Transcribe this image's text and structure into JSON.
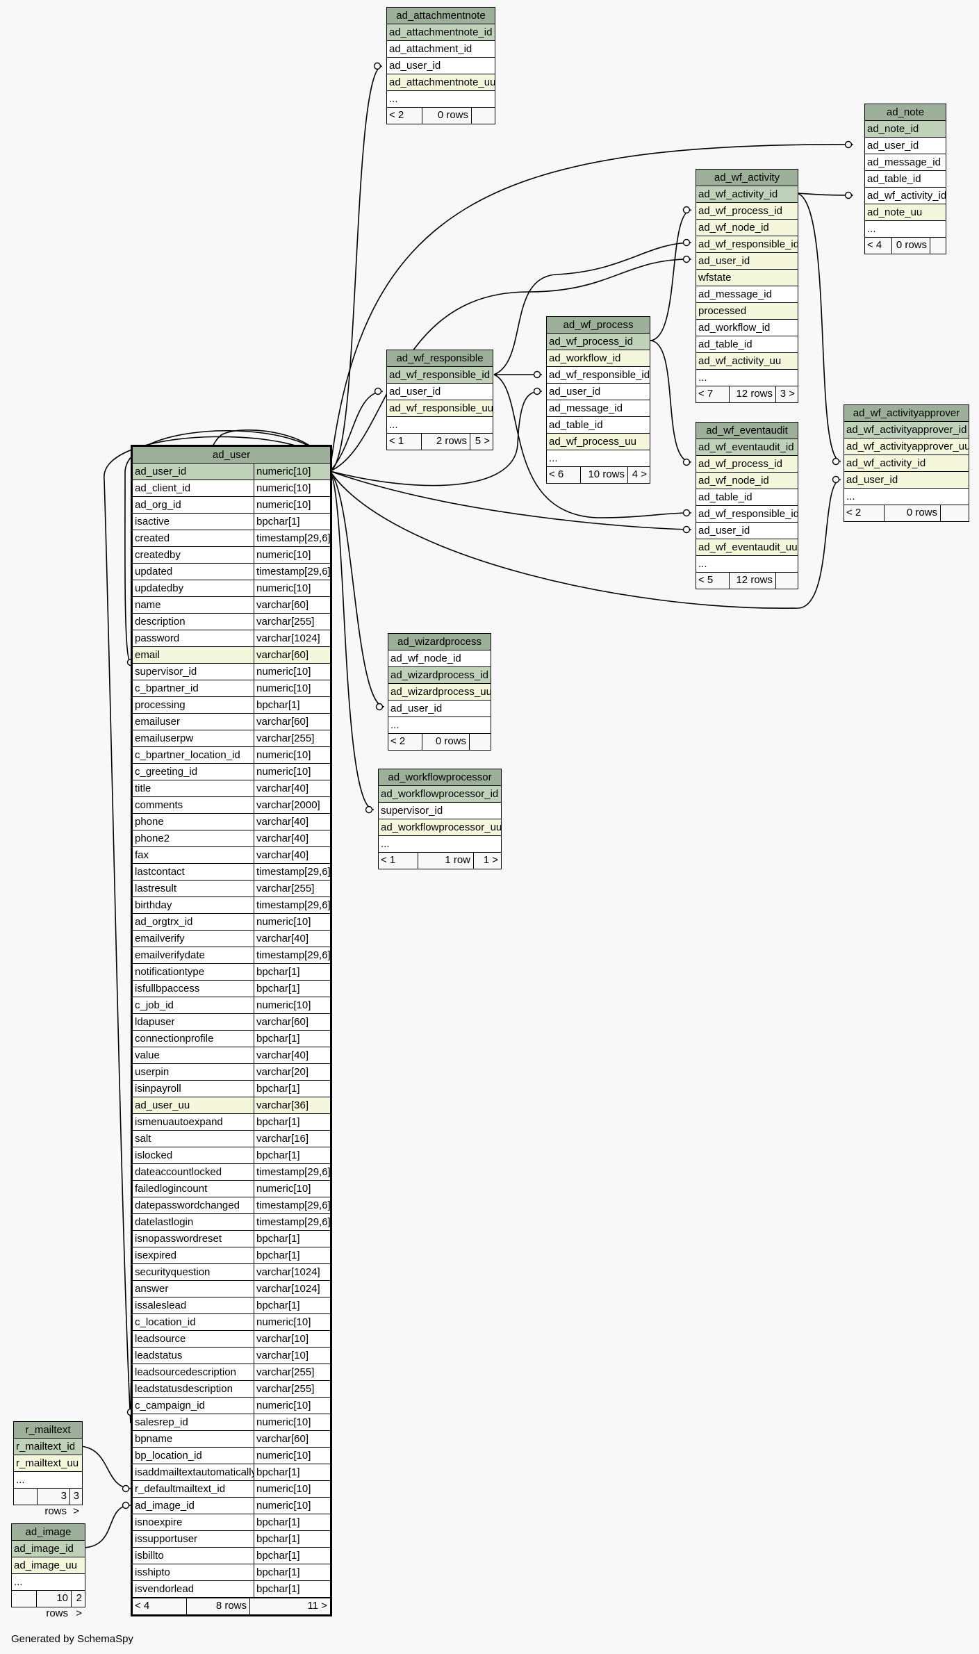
{
  "tables": {
    "ad_user": {
      "title": "ad_user",
      "columns": [
        {
          "name": "ad_user_id",
          "type": "numeric[10]"
        },
        {
          "name": "ad_client_id",
          "type": "numeric[10]"
        },
        {
          "name": "ad_org_id",
          "type": "numeric[10]"
        },
        {
          "name": "isactive",
          "type": "bpchar[1]"
        },
        {
          "name": "created",
          "type": "timestamp[29,6]"
        },
        {
          "name": "createdby",
          "type": "numeric[10]"
        },
        {
          "name": "updated",
          "type": "timestamp[29,6]"
        },
        {
          "name": "updatedby",
          "type": "numeric[10]"
        },
        {
          "name": "name",
          "type": "varchar[60]"
        },
        {
          "name": "description",
          "type": "varchar[255]"
        },
        {
          "name": "password",
          "type": "varchar[1024]"
        },
        {
          "name": "email",
          "type": "varchar[60]"
        },
        {
          "name": "supervisor_id",
          "type": "numeric[10]"
        },
        {
          "name": "c_bpartner_id",
          "type": "numeric[10]"
        },
        {
          "name": "processing",
          "type": "bpchar[1]"
        },
        {
          "name": "emailuser",
          "type": "varchar[60]"
        },
        {
          "name": "emailuserpw",
          "type": "varchar[255]"
        },
        {
          "name": "c_bpartner_location_id",
          "type": "numeric[10]"
        },
        {
          "name": "c_greeting_id",
          "type": "numeric[10]"
        },
        {
          "name": "title",
          "type": "varchar[40]"
        },
        {
          "name": "comments",
          "type": "varchar[2000]"
        },
        {
          "name": "phone",
          "type": "varchar[40]"
        },
        {
          "name": "phone2",
          "type": "varchar[40]"
        },
        {
          "name": "fax",
          "type": "varchar[40]"
        },
        {
          "name": "lastcontact",
          "type": "timestamp[29,6]"
        },
        {
          "name": "lastresult",
          "type": "varchar[255]"
        },
        {
          "name": "birthday",
          "type": "timestamp[29,6]"
        },
        {
          "name": "ad_orgtrx_id",
          "type": "numeric[10]"
        },
        {
          "name": "emailverify",
          "type": "varchar[40]"
        },
        {
          "name": "emailverifydate",
          "type": "timestamp[29,6]"
        },
        {
          "name": "notificationtype",
          "type": "bpchar[1]"
        },
        {
          "name": "isfullbpaccess",
          "type": "bpchar[1]"
        },
        {
          "name": "c_job_id",
          "type": "numeric[10]"
        },
        {
          "name": "ldapuser",
          "type": "varchar[60]"
        },
        {
          "name": "connectionprofile",
          "type": "bpchar[1]"
        },
        {
          "name": "value",
          "type": "varchar[40]"
        },
        {
          "name": "userpin",
          "type": "varchar[20]"
        },
        {
          "name": "isinpayroll",
          "type": "bpchar[1]"
        },
        {
          "name": "ad_user_uu",
          "type": "varchar[36]"
        },
        {
          "name": "ismenuautoexpand",
          "type": "bpchar[1]"
        },
        {
          "name": "salt",
          "type": "varchar[16]"
        },
        {
          "name": "islocked",
          "type": "bpchar[1]"
        },
        {
          "name": "dateaccountlocked",
          "type": "timestamp[29,6]"
        },
        {
          "name": "failedlogincount",
          "type": "numeric[10]"
        },
        {
          "name": "datepasswordchanged",
          "type": "timestamp[29,6]"
        },
        {
          "name": "datelastlogin",
          "type": "timestamp[29,6]"
        },
        {
          "name": "isnopasswordreset",
          "type": "bpchar[1]"
        },
        {
          "name": "isexpired",
          "type": "bpchar[1]"
        },
        {
          "name": "securityquestion",
          "type": "varchar[1024]"
        },
        {
          "name": "answer",
          "type": "varchar[1024]"
        },
        {
          "name": "issaleslead",
          "type": "bpchar[1]"
        },
        {
          "name": "c_location_id",
          "type": "numeric[10]"
        },
        {
          "name": "leadsource",
          "type": "varchar[10]"
        },
        {
          "name": "leadstatus",
          "type": "varchar[10]"
        },
        {
          "name": "leadsourcedescription",
          "type": "varchar[255]"
        },
        {
          "name": "leadstatusdescription",
          "type": "varchar[255]"
        },
        {
          "name": "c_campaign_id",
          "type": "numeric[10]"
        },
        {
          "name": "salesrep_id",
          "type": "numeric[10]"
        },
        {
          "name": "bpname",
          "type": "varchar[60]"
        },
        {
          "name": "bp_location_id",
          "type": "numeric[10]"
        },
        {
          "name": "isaddmailtextautomatically",
          "type": "bpchar[1]"
        },
        {
          "name": "r_defaultmailtext_id",
          "type": "numeric[10]"
        },
        {
          "name": "ad_image_id",
          "type": "numeric[10]"
        },
        {
          "name": "isnoexpire",
          "type": "bpchar[1]"
        },
        {
          "name": "issupportuser",
          "type": "bpchar[1]"
        },
        {
          "name": "isbillto",
          "type": "bpchar[1]"
        },
        {
          "name": "isshipto",
          "type": "bpchar[1]"
        },
        {
          "name": "isvendorlead",
          "type": "bpchar[1]"
        }
      ],
      "footer": {
        "parents": "< 4",
        "rows": "8 rows",
        "children": "11 >"
      }
    },
    "ad_attachmentnote": {
      "title": "ad_attachmentnote",
      "columns": [
        "ad_attachmentnote_id",
        "ad_attachment_id",
        "ad_user_id",
        "ad_attachmentnote_uu",
        "..."
      ],
      "footer": {
        "parents": "< 2",
        "rows": "0 rows",
        "children": ""
      }
    },
    "ad_note": {
      "title": "ad_note",
      "columns": [
        "ad_note_id",
        "ad_user_id",
        "ad_message_id",
        "ad_table_id",
        "ad_wf_activity_id",
        "ad_note_uu",
        "..."
      ],
      "footer": {
        "parents": "< 4",
        "rows": "0 rows",
        "children": ""
      }
    },
    "ad_wf_activity": {
      "title": "ad_wf_activity",
      "columns": [
        "ad_wf_activity_id",
        "ad_wf_process_id",
        "ad_wf_node_id",
        "ad_wf_responsible_id",
        "ad_user_id",
        "wfstate",
        "ad_message_id",
        "processed",
        "ad_workflow_id",
        "ad_table_id",
        "ad_wf_activity_uu",
        "..."
      ],
      "footer": {
        "parents": "< 7",
        "rows": "12 rows",
        "children": "3 >"
      }
    },
    "ad_wf_process": {
      "title": "ad_wf_process",
      "columns": [
        "ad_wf_process_id",
        "ad_workflow_id",
        "ad_wf_responsible_id",
        "ad_user_id",
        "ad_message_id",
        "ad_table_id",
        "ad_wf_process_uu",
        "..."
      ],
      "footer": {
        "parents": "< 6",
        "rows": "10 rows",
        "children": "4 >"
      }
    },
    "ad_wf_responsible": {
      "title": "ad_wf_responsible",
      "columns": [
        "ad_wf_responsible_id",
        "ad_user_id",
        "ad_wf_responsible_uu",
        "..."
      ],
      "footer": {
        "parents": "< 1",
        "rows": "2 rows",
        "children": "5 >"
      }
    },
    "ad_wf_eventaudit": {
      "title": "ad_wf_eventaudit",
      "columns": [
        "ad_wf_eventaudit_id",
        "ad_wf_process_id",
        "ad_wf_node_id",
        "ad_table_id",
        "ad_wf_responsible_id",
        "ad_user_id",
        "ad_wf_eventaudit_uu",
        "..."
      ],
      "footer": {
        "parents": "< 5",
        "rows": "12 rows",
        "children": ""
      }
    },
    "ad_wf_activityapprover": {
      "title": "ad_wf_activityapprover",
      "columns": [
        "ad_wf_activityapprover_id",
        "ad_wf_activityapprover_uu",
        "ad_wf_activity_id",
        "ad_user_id",
        "..."
      ],
      "footer": {
        "parents": "< 2",
        "rows": "0 rows",
        "children": ""
      }
    },
    "ad_wizardprocess": {
      "title": "ad_wizardprocess",
      "columns": [
        "ad_wf_node_id",
        "ad_wizardprocess_id",
        "ad_wizardprocess_uu",
        "ad_user_id",
        "..."
      ],
      "footer": {
        "parents": "< 2",
        "rows": "0 rows",
        "children": ""
      }
    },
    "ad_workflowprocessor": {
      "title": "ad_workflowprocessor",
      "columns": [
        "ad_workflowprocessor_id",
        "supervisor_id",
        "ad_workflowprocessor_uu",
        "..."
      ],
      "footer": {
        "parents": "< 1",
        "rows": "1 row",
        "children": "1 >"
      }
    },
    "r_mailtext": {
      "title": "r_mailtext",
      "columns": [
        "r_mailtext_id",
        "r_mailtext_uu",
        "..."
      ],
      "footer": {
        "parents": "",
        "rows": "3 rows",
        "children": "3 >"
      }
    },
    "ad_image": {
      "title": "ad_image",
      "columns": [
        "ad_image_id",
        "ad_image_uu",
        "..."
      ],
      "footer": {
        "parents": "",
        "rows": "10 rows",
        "children": "2 >"
      }
    }
  },
  "credit": "Generated by SchemaSpy",
  "colors": {
    "header": "#9caf98",
    "primary_key": "#bfd2b9",
    "indexed": "#f5f7dc",
    "background": "#f8f8f8"
  }
}
